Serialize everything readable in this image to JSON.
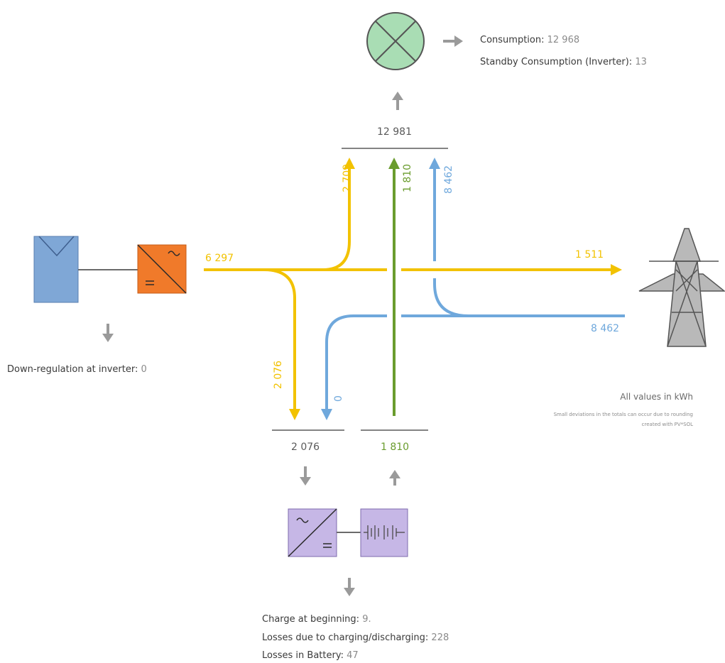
{
  "colors": {
    "pv": "#F2C200",
    "grid": "#6FA8DC",
    "battery": "#6A9C2E",
    "total": "#5A5A5A",
    "arrow_gray": "#9A9A9A",
    "module": "#7FA7D6",
    "inverter": "#F07A2A",
    "battery_box": "#C6B7E6",
    "consumer": "#A9DDB4"
  },
  "icons": {
    "pv_module": "pv-module-icon",
    "inverter": "inverter-icon",
    "consumer": "consumer-lamp-icon",
    "grid": "pylon-icon",
    "battery_inverter": "battery-inverter-icon",
    "battery": "battery-icon"
  },
  "consumption": {
    "label": "Consumption:",
    "value": "12 968",
    "standby_label": "Standby Consumption (Inverter):",
    "standby_value": "13"
  },
  "flows": {
    "consumer_total": "12 981",
    "pv_generation": "6 297",
    "pv_to_consumer": "2 709",
    "battery_to_consumer": "1 810",
    "grid_to_consumer": "8 462",
    "feed_in": "1 511",
    "grid_purchase": "8 462",
    "pv_to_battery": "2 076",
    "grid_to_battery": "0",
    "battery_charge_total": "2 076",
    "battery_discharge_total": "1 810"
  },
  "down_regulation": {
    "label": "Down-regulation at inverter:",
    "value": "0"
  },
  "notes": {
    "units": "All values in kWh",
    "rounding": "Small deviations in the totals can occur due to rounding",
    "credit": "created with PV*SOL"
  },
  "battery_info": {
    "charge_label": "Charge at beginning:",
    "charge_value": "9.",
    "losses_cd_label": "Losses due to charging/discharging:",
    "losses_cd_value": "228",
    "losses_batt_label": "Losses in Battery:",
    "losses_batt_value": "47"
  }
}
